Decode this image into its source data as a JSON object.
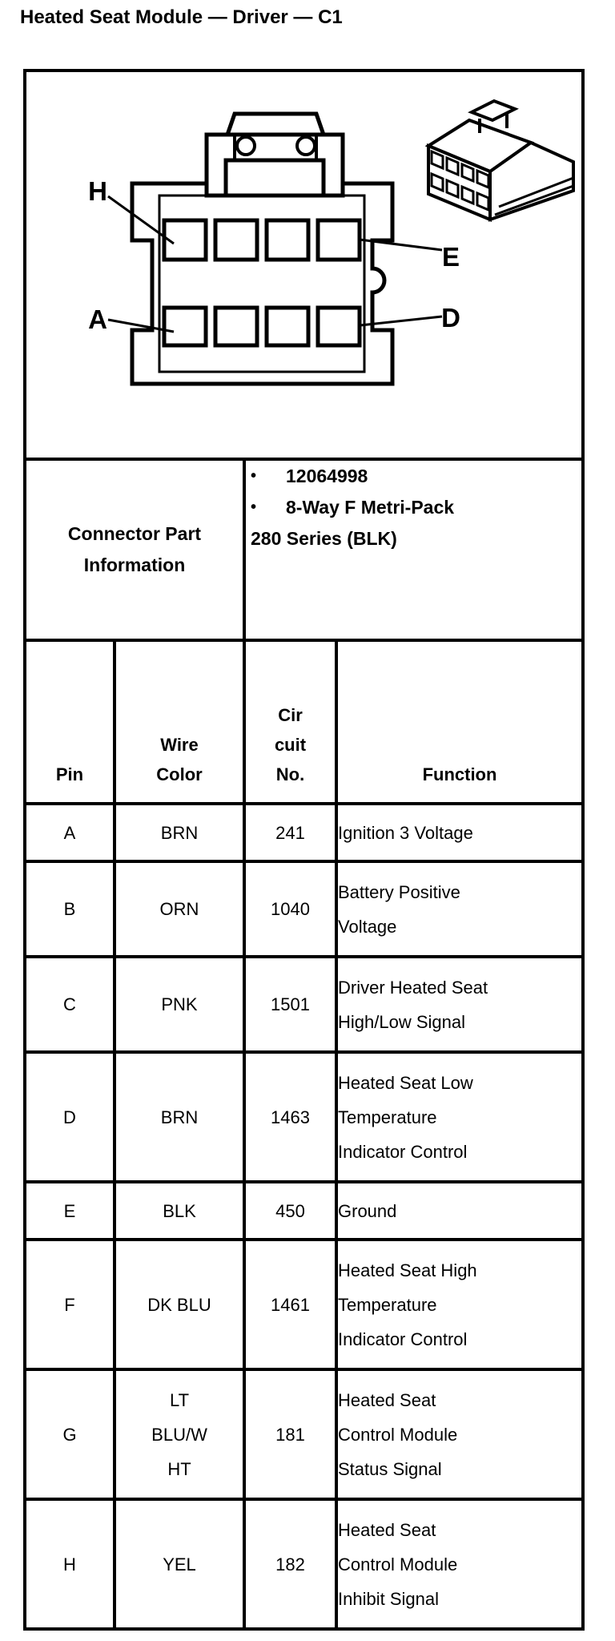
{
  "title": "Heated Seat Module — Driver — C1",
  "diagram": {
    "front_view_labels": {
      "top_left": "H",
      "bottom_left": "A",
      "top_right": "E",
      "bottom_right": "D"
    }
  },
  "part_info": {
    "label_lines": [
      "Connector Part",
      "Information"
    ],
    "bullet": "•",
    "bullets": [
      "12064998",
      "8-Way F Metri-Pack"
    ],
    "continuation": "280 Series (BLK)"
  },
  "pin_table": {
    "headers": {
      "pin": "Pin",
      "wire_color_lines": [
        "Wire",
        "Color"
      ],
      "circuit_lines": [
        "Cir",
        "cuit",
        "No."
      ],
      "function": "Function"
    },
    "rows": [
      {
        "pin": "A",
        "wire_color_lines": [
          "BRN"
        ],
        "circuit": "241",
        "function_lines": [
          "Ignition 3 Voltage"
        ]
      },
      {
        "pin": "B",
        "wire_color_lines": [
          "ORN"
        ],
        "circuit": "1040",
        "function_lines": [
          "Battery Positive",
          "Voltage"
        ]
      },
      {
        "pin": "C",
        "wire_color_lines": [
          "PNK"
        ],
        "circuit": "1501",
        "function_lines": [
          "Driver Heated Seat",
          "High/Low Signal"
        ]
      },
      {
        "pin": "D",
        "wire_color_lines": [
          "BRN"
        ],
        "circuit": "1463",
        "function_lines": [
          "Heated Seat Low",
          "Temperature",
          "Indicator Control"
        ]
      },
      {
        "pin": "E",
        "wire_color_lines": [
          "BLK"
        ],
        "circuit": "450",
        "function_lines": [
          "Ground"
        ]
      },
      {
        "pin": "F",
        "wire_color_lines": [
          "DK BLU"
        ],
        "circuit": "1461",
        "function_lines": [
          "Heated Seat High",
          "Temperature",
          "Indicator Control"
        ]
      },
      {
        "pin": "G",
        "wire_color_lines": [
          "LT",
          "BLU/W",
          "HT"
        ],
        "circuit": "181",
        "function_lines": [
          "Heated Seat",
          "Control Module",
          "Status Signal"
        ]
      },
      {
        "pin": "H",
        "wire_color_lines": [
          "YEL"
        ],
        "circuit": "182",
        "function_lines": [
          "Heated Seat",
          "Control Module",
          "Inhibit Signal"
        ]
      }
    ]
  }
}
